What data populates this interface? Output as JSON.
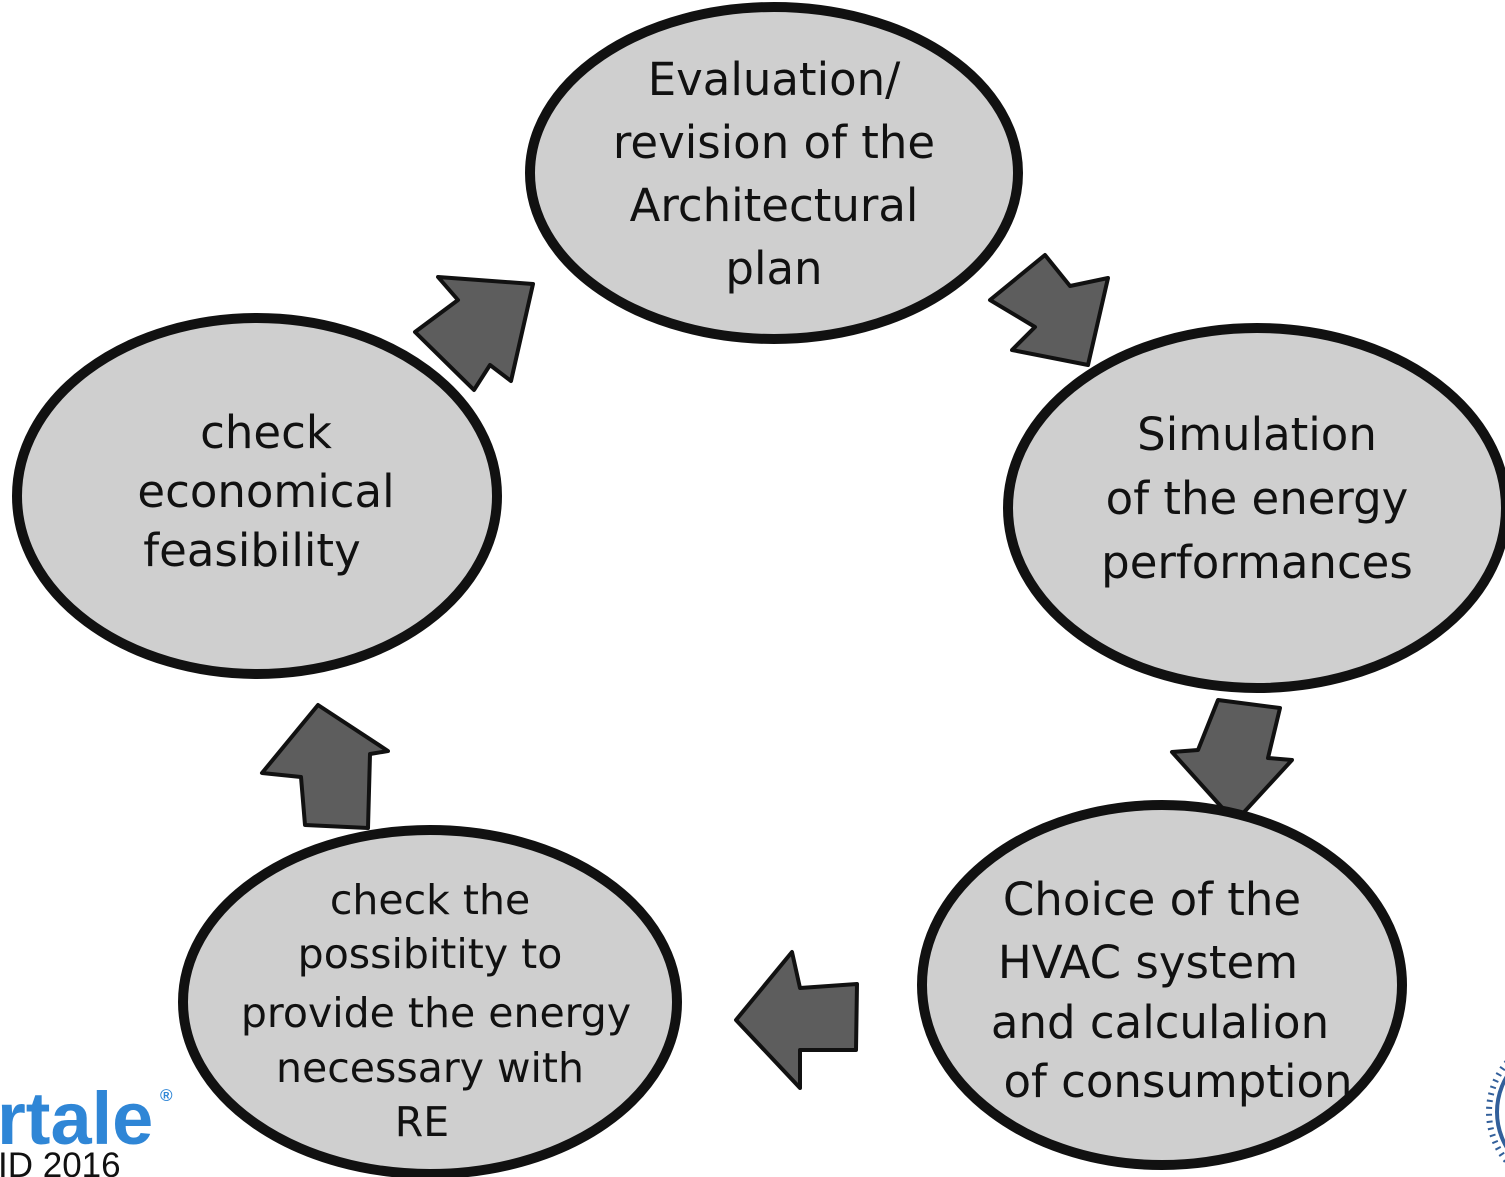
{
  "diagram": {
    "nodes": [
      {
        "id": "architectural-plan",
        "lines": [
          "Evaluation/",
          "revision of the",
          "Architectural",
          "plan"
        ]
      },
      {
        "id": "energy-simulation",
        "lines": [
          "Simulation",
          "of the energy",
          "performances"
        ]
      },
      {
        "id": "hvac-choice",
        "lines": [
          "Choice of the",
          "HVAC system",
          "and calculalion",
          "of consumption"
        ]
      },
      {
        "id": "re-provision",
        "lines": [
          "check the",
          "possibitity to",
          "provide the energy",
          "necessary with",
          "RE"
        ]
      },
      {
        "id": "economic-feasibility",
        "lines": [
          "check",
          "economical",
          "feasibility"
        ]
      }
    ],
    "arrows": [
      {
        "from": "architectural-plan",
        "to": "energy-simulation"
      },
      {
        "from": "energy-simulation",
        "to": "hvac-choice"
      },
      {
        "from": "hvac-choice",
        "to": "re-provision"
      },
      {
        "from": "re-provision",
        "to": "economic-feasibility"
      },
      {
        "from": "economic-feasibility",
        "to": "architectural-plan"
      }
    ]
  },
  "branding": {
    "logo_text": "rtale",
    "logo_mark": "®",
    "logo_caption": "ID 2016",
    "seal": "university-seal-icon"
  },
  "colors": {
    "node_fill": "#cfcfcf",
    "node_stroke": "#111111",
    "arrow_fill": "#5d5d5d",
    "brand_blue": "#2f86d6",
    "seal_blue": "#325f9a"
  }
}
